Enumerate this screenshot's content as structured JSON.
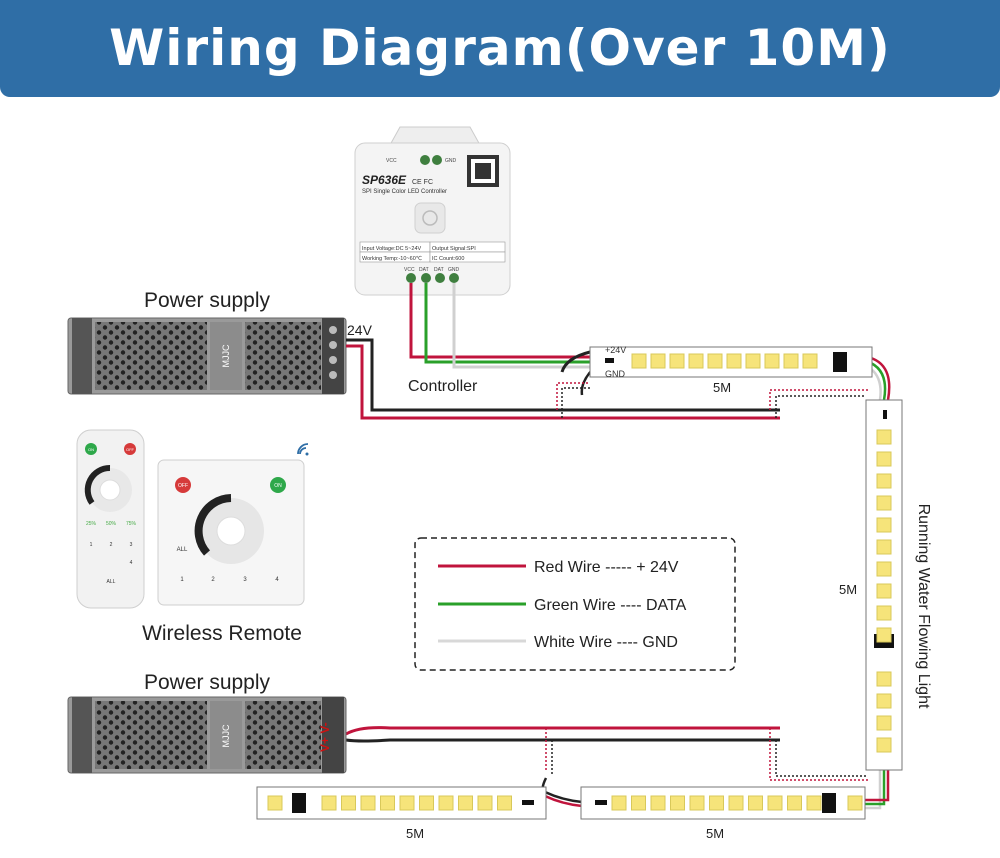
{
  "title": "Wiring Diagram(Over 10M)",
  "labels": {
    "power_supply_top": "Power supply",
    "power_supply_bottom": "Power supply",
    "controller": "Controller",
    "wireless_remote": "Wireless Remote",
    "running_light": "Running Water Flowing Light",
    "strip_len_top": "5M",
    "strip_len_right": "5M",
    "strip_len_bottom_left": "5M",
    "strip_len_bottom_right": "5M",
    "voltage_24v": "24V",
    "strip_plus": "+24V",
    "strip_gnd": "GND",
    "psu_vplus": "V+ V-"
  },
  "controller_device": {
    "model": "SP636E",
    "subtitle": "SPI Single Color LED Controller",
    "certs": "CE FC",
    "spec_input": "Input Voltage:DC 5~24V",
    "spec_output": "Output Signal:SPI",
    "spec_temp": "Working Temp:-10~60℃",
    "spec_ic": "IC Count:600",
    "pins": [
      "VCC",
      "DAT",
      "DAT",
      "GND"
    ],
    "top_vcc": "VCC",
    "top_gnd": "GND"
  },
  "psu_device": {
    "brand": "MJJC"
  },
  "remote_handheld": {
    "on": "ON",
    "off": "OFF",
    "keys": [
      "25%",
      "50%",
      "75%",
      "1",
      "2",
      "3",
      "4",
      "ALL"
    ]
  },
  "remote_wall": {
    "off": "OFF",
    "on": "ON",
    "all": "ALL",
    "keys": [
      "1",
      "2",
      "3",
      "4"
    ]
  },
  "legend": [
    {
      "label": "Red Wire ----- + 24V",
      "color": "#c0143c"
    },
    {
      "label": "Green Wire ---- DATA",
      "color": "#2aa02a"
    },
    {
      "label": "White Wire ---- GND",
      "color": "#d8d8d8"
    }
  ],
  "colors": {
    "banner": "#2f6ea6",
    "red_wire": "#c0143c",
    "green_wire": "#2aa02a",
    "white_wire": "#d0d0d0",
    "black_wire": "#222222",
    "led": "#f6e47a"
  }
}
